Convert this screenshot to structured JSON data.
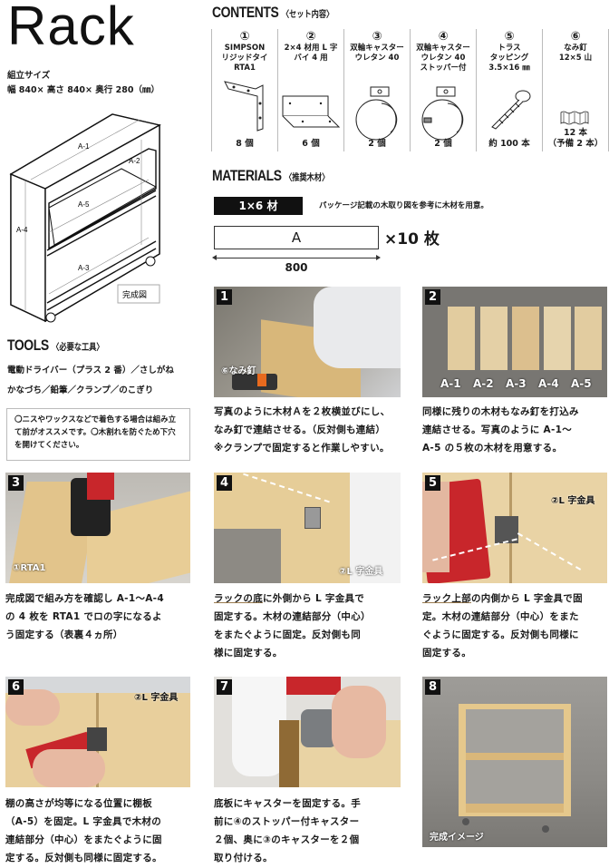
{
  "header": {
    "title": "Rack",
    "size_label": "組立サイズ",
    "size_value": "幅 840× 高さ 840× 奥行 280（㎜）"
  },
  "diagram": {
    "labels": [
      "A-1",
      "A-2",
      "A-5",
      "A-4",
      "A-3"
    ],
    "caption": "完成図"
  },
  "contents": {
    "heading": "CONTENTS",
    "sub": "〈セット内容〉",
    "items": [
      {
        "num": "①",
        "name": [
          "SIMPSON",
          "リジッドタイ",
          "RTA1"
        ],
        "qty": "8 個",
        "icon": "angle-bracket-icon"
      },
      {
        "num": "②",
        "name": [
          "2×4 材用 L 字",
          "バイ 4 用"
        ],
        "qty": "6 個",
        "icon": "l-bracket-icon"
      },
      {
        "num": "③",
        "name": [
          "双輪キャスター",
          "ウレタン 40"
        ],
        "qty": "2 個",
        "icon": "caster-icon"
      },
      {
        "num": "④",
        "name": [
          "双輪キャスター",
          "ウレタン 40",
          "ストッパー付"
        ],
        "qty": "2 個",
        "icon": "caster-stopper-icon"
      },
      {
        "num": "⑤",
        "name": [
          "トラス",
          "タッピング",
          "3.5×16 ㎜"
        ],
        "qty": "約 100 本",
        "icon": "screw-icon"
      },
      {
        "num": "⑥",
        "name": [
          "なみ釘",
          "12×5 山"
        ],
        "qty": "12 本",
        "qty2": "（予備 2 本）",
        "icon": "corrugated-nail-icon"
      }
    ]
  },
  "materials": {
    "heading": "MATERIALS",
    "sub": "〈推奨木材〉",
    "tag": "1×6 材",
    "note": "パッケージ記載の木取り図を参考に木材を用意。",
    "board_label": "A",
    "count": "×10 枚",
    "length": "800"
  },
  "tools": {
    "heading": "TOOLS",
    "sub": "〈必要な工具〉",
    "line1": "電動ドライバー（プラス 2 番）／さしがね",
    "line2": "かなづち／鉛筆／クランプ／のこぎり",
    "note": "〇ニスやワックスなどで着色する場合は組み立て前がオススメです。〇木割れを防ぐため下穴を開けてください。"
  },
  "steps": [
    {
      "num": "1",
      "label": "⑥なみ釘",
      "lines": [
        "写真のように木材Ａを２枚横並びにし、",
        "なみ釘で連結させる。（反対側も連結）",
        "※クランプで固定すると作業しやすい。"
      ]
    },
    {
      "num": "2",
      "boards": [
        "A-1",
        "A-2",
        "A-3",
        "A-4",
        "A-5"
      ],
      "lines": [
        "同様に残りの木材もなみ釘を打込み",
        "連結させる。写真のように A-1～",
        "A-5 の５枚の木材を用意する。"
      ]
    },
    {
      "num": "3",
      "label": "①RTA1",
      "lines": [
        "完成図で組み方を確認し A-1～A-4",
        "の 4 枚を RTA1 でロの字になるよ",
        "う固定する（表裏４ヵ所）"
      ]
    },
    {
      "num": "4",
      "label": "②L 字金具",
      "underline": "ラックの底",
      "lines": [
        "に外側から L 字金具で",
        "固定する。木材の連結部分（中心）",
        "をまたぐように固定。反対側も同",
        "様に固定する。"
      ]
    },
    {
      "num": "5",
      "label": "②L 字金具",
      "underline": "ラック上部",
      "lines": [
        "の内側から L 字金具で固",
        "定。木材の連結部分（中心）をまた",
        "ぐように固定する。反対側も同様に",
        "固定する。"
      ]
    },
    {
      "num": "6",
      "label": "②L 字金具",
      "lines": [
        "棚の高さが均等になる位置に棚板",
        "（A-5）を固定。L 字金具で木材の",
        "連結部分（中心）をまたぐように固",
        "定する。反対側も同様に固定する。"
      ]
    },
    {
      "num": "7",
      "lines": [
        "底板にキャスターを固定する。手",
        "前に④のストッパー付キャスター",
        "２個、奥に③のキャスターを２個",
        "取り付ける。"
      ]
    },
    {
      "num": "8",
      "label": "完成イメージ",
      "lines": []
    }
  ],
  "colors": {
    "wood": "#e6c98f",
    "wood_dark": "#c9a468",
    "concrete": "#8e8e8a",
    "drill_red": "#c8262b",
    "badge": "#111111"
  }
}
